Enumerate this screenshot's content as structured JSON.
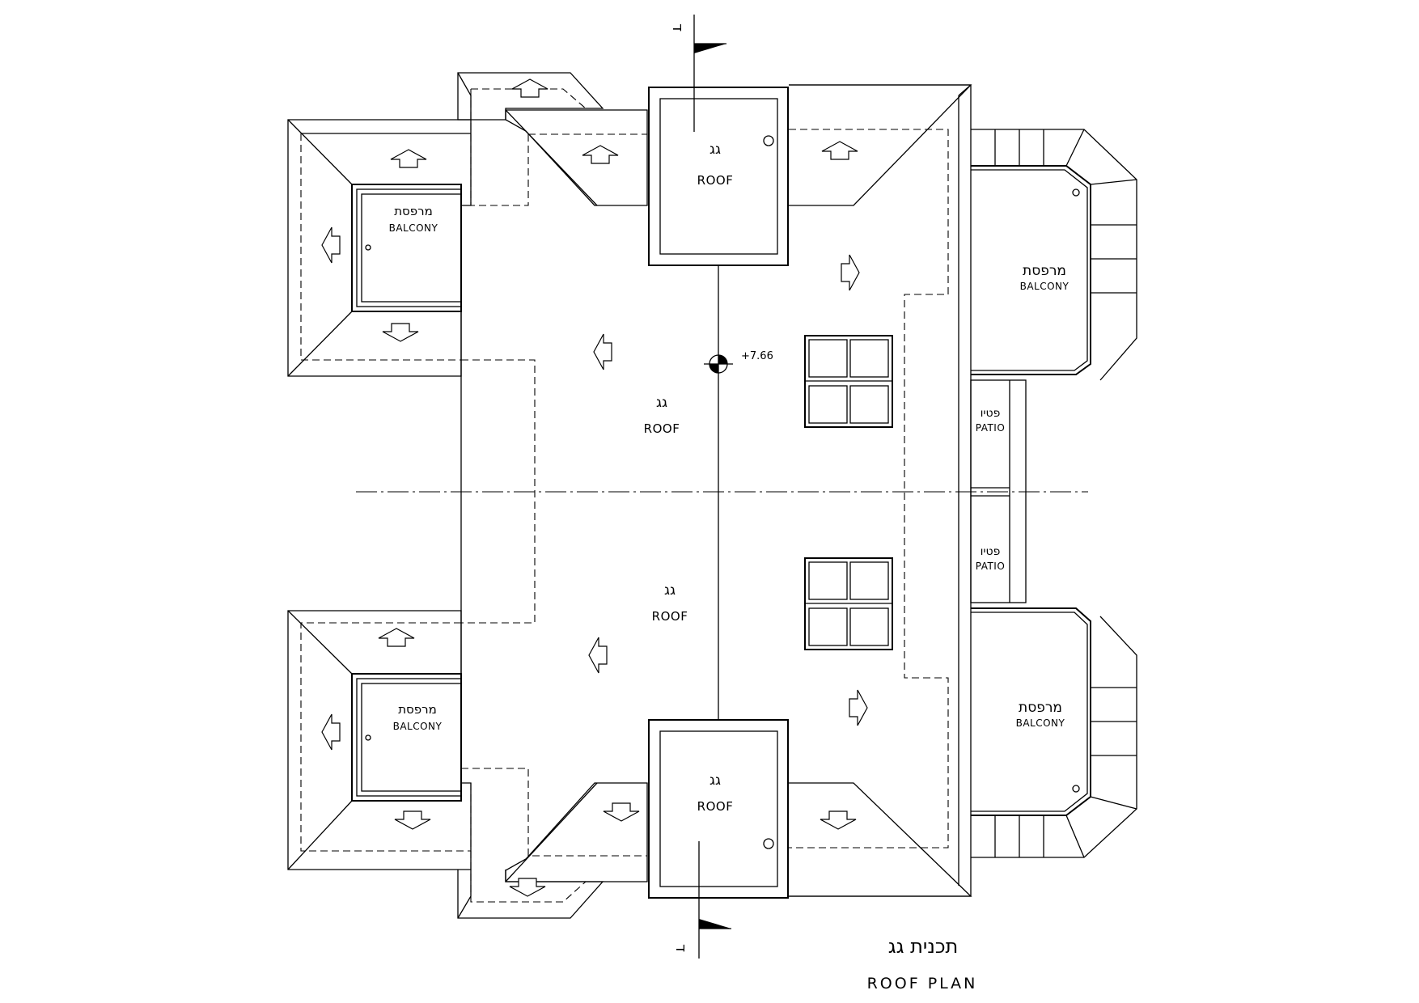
{
  "labels": {
    "roof_heb": "גג",
    "roof_en": "ROOF",
    "balcony_heb": "מרפסת",
    "balcony_en": "BALCONY",
    "patio_heb": "פטיו",
    "patio_en": "PATIO",
    "elevation": "+7.66",
    "section_mark": "ד"
  },
  "title": {
    "heb": "תכנית גג",
    "en": "ROOF PLAN"
  }
}
